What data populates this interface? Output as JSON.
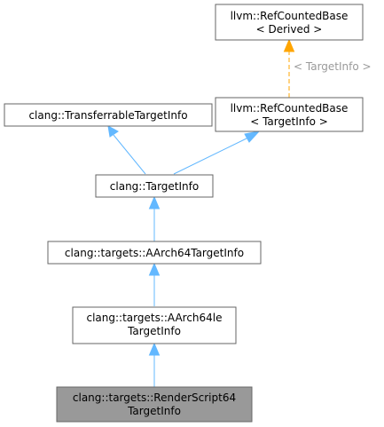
{
  "nodes": {
    "refcounted_derived": {
      "line1": "llvm::RefCountedBase",
      "line2": "< Derived >"
    },
    "transferrable": {
      "line1": "clang::TransferrableTargetInfo"
    },
    "refcounted_targetinfo": {
      "line1": "llvm::RefCountedBase",
      "line2": "< TargetInfo >"
    },
    "targetinfo": {
      "line1": "clang::TargetInfo"
    },
    "aarch64": {
      "line1": "clang::targets::AArch64TargetInfo"
    },
    "aarch64le": {
      "line1": "clang::targets::AArch64le",
      "line2": "TargetInfo"
    },
    "renderscript64": {
      "line1": "clang::targets::RenderScript64",
      "line2": "TargetInfo"
    }
  },
  "edges": {
    "template_label": "< TargetInfo >"
  },
  "colors": {
    "inheritance_edge": "#63b8ff",
    "template_edge": "#ffa500",
    "current_node_fill": "#999999",
    "node_border": "#666666",
    "label_text": "#9a9a9a"
  }
}
